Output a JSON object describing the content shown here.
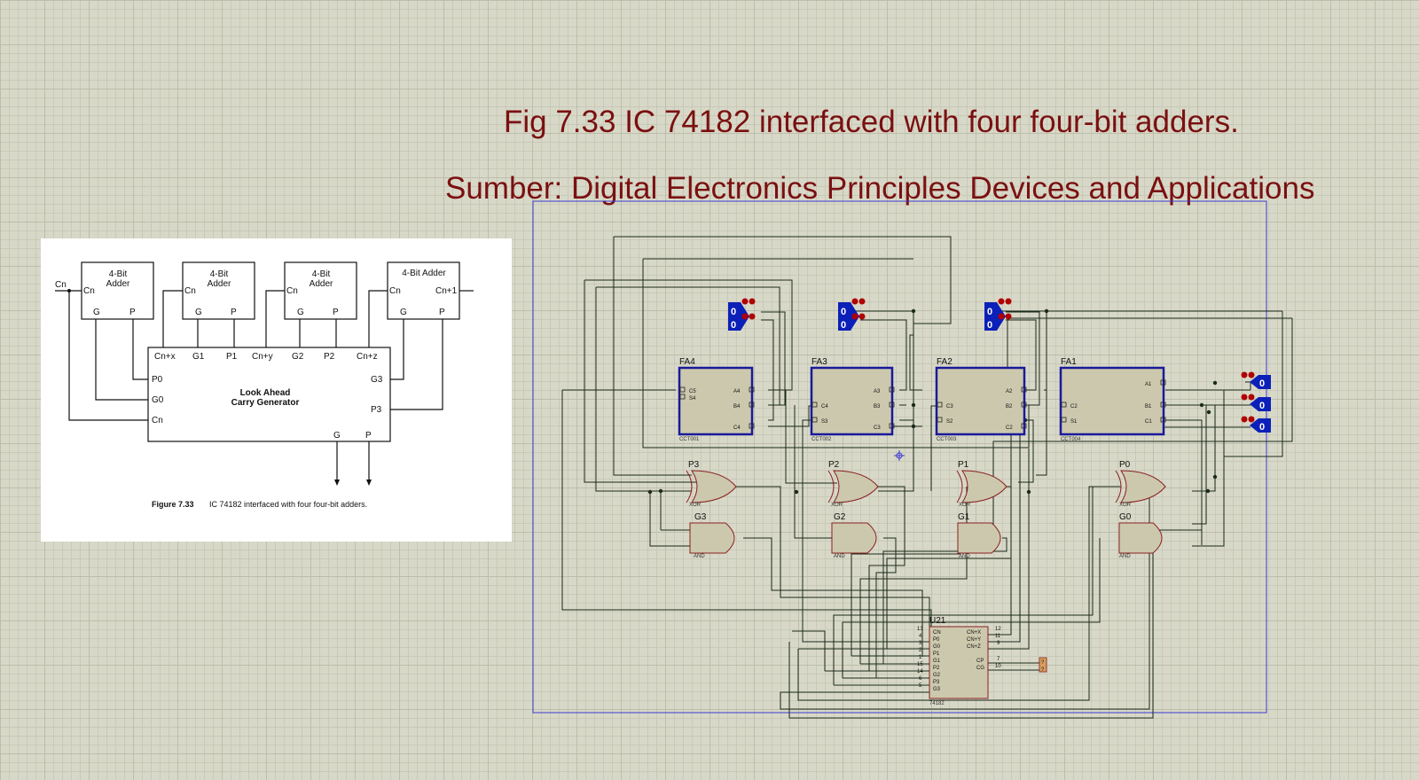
{
  "title": "Fig 7.33 IC 74182 interfaced with four four-bit adders.",
  "source": "Sumber: Digital Electronics Principles Devices and Applications",
  "colors": {
    "title": "#7a1010",
    "block_fill": "#ccc8ad",
    "block_border": "#1a1a9a",
    "wire": "#1a2a1a",
    "gate_edge": "#8a2020",
    "probe": "#0b20b8",
    "led": "#b00000"
  },
  "reference": {
    "adders": [
      {
        "title": "4-Bit\nAdder",
        "cin": "Cn",
        "g": "G",
        "p": "P"
      },
      {
        "title": "4-Bit\nAdder",
        "cin": "Cn",
        "g": "G",
        "p": "P"
      },
      {
        "title": "4-Bit\nAdder",
        "cin": "Cn",
        "g": "G",
        "p": "P"
      },
      {
        "title": "4-Bit Adder",
        "cin": "Cn",
        "cout": "Cn+1",
        "g": "G",
        "p": "P"
      }
    ],
    "input_cn": "Cn",
    "lac_title": "Look Ahead\nCarry Generator",
    "lac_top_pins": [
      "Cn+x",
      "G1",
      "P1",
      "Cn+y",
      "G2",
      "P2",
      "Cn+z"
    ],
    "lac_left_pins": [
      "P0",
      "G0",
      "Cn"
    ],
    "lac_right_pins": [
      "G3",
      "P3"
    ],
    "lac_bottom_pins": [
      "G",
      "P"
    ],
    "caption_bold": "Figure  7.33",
    "caption": "IC 74182 interfaced with four four-bit adders."
  },
  "schematic": {
    "adders": [
      {
        "name": "FA4",
        "ref": "CCT001",
        "left_pins": [
          "C5",
          "S4"
        ],
        "right_pins": [
          "A4",
          "B4",
          "C4"
        ]
      },
      {
        "name": "FA3",
        "ref": "CCT002",
        "left_pins": [
          "C4",
          "S3"
        ],
        "right_pins": [
          "A3",
          "B3",
          "C3"
        ]
      },
      {
        "name": "FA2",
        "ref": "CCT003",
        "left_pins": [
          "C3",
          "S2"
        ],
        "right_pins": [
          "A2",
          "B2",
          "C2"
        ]
      },
      {
        "name": "FA1",
        "ref": "CCT004",
        "left_pins": [
          "C2",
          "S1"
        ],
        "right_pins": [
          "A1",
          "B1",
          "C1"
        ]
      }
    ],
    "xor_gates": [
      {
        "name": "P3",
        "type": "XOR"
      },
      {
        "name": "P2",
        "type": "XOR"
      },
      {
        "name": "P1",
        "type": "XOR"
      },
      {
        "name": "P0",
        "type": "XOR"
      }
    ],
    "and_gates": [
      {
        "name": "G3",
        "type": "AND"
      },
      {
        "name": "G2",
        "type": "AND"
      },
      {
        "name": "G1",
        "type": "AND"
      },
      {
        "name": "G0",
        "type": "AND"
      }
    ],
    "probe_left": [
      "0",
      "0"
    ],
    "probe_right": [
      "0",
      "0",
      "0"
    ],
    "ic": {
      "name": "U21",
      "part": "74182",
      "left_pins": [
        {
          "n": "13",
          "l": "CN"
        },
        {
          "n": "4",
          "l": "P0"
        },
        {
          "n": "3",
          "l": "G0"
        },
        {
          "n": "2",
          "l": "P1"
        },
        {
          "n": "1",
          "l": "G1"
        },
        {
          "n": "15",
          "l": "P2"
        },
        {
          "n": "14",
          "l": "G2"
        },
        {
          "n": "6",
          "l": "P3"
        },
        {
          "n": "5",
          "l": "G3"
        }
      ],
      "right_pins": [
        {
          "n": "12",
          "l": "CN+X"
        },
        {
          "n": "11",
          "l": "CN+Y"
        },
        {
          "n": "9",
          "l": "CN+Z"
        },
        {
          "n": "7",
          "l": "CP"
        },
        {
          "n": "10",
          "l": "CG"
        }
      ],
      "out_probe": [
        "?",
        "?"
      ]
    }
  }
}
